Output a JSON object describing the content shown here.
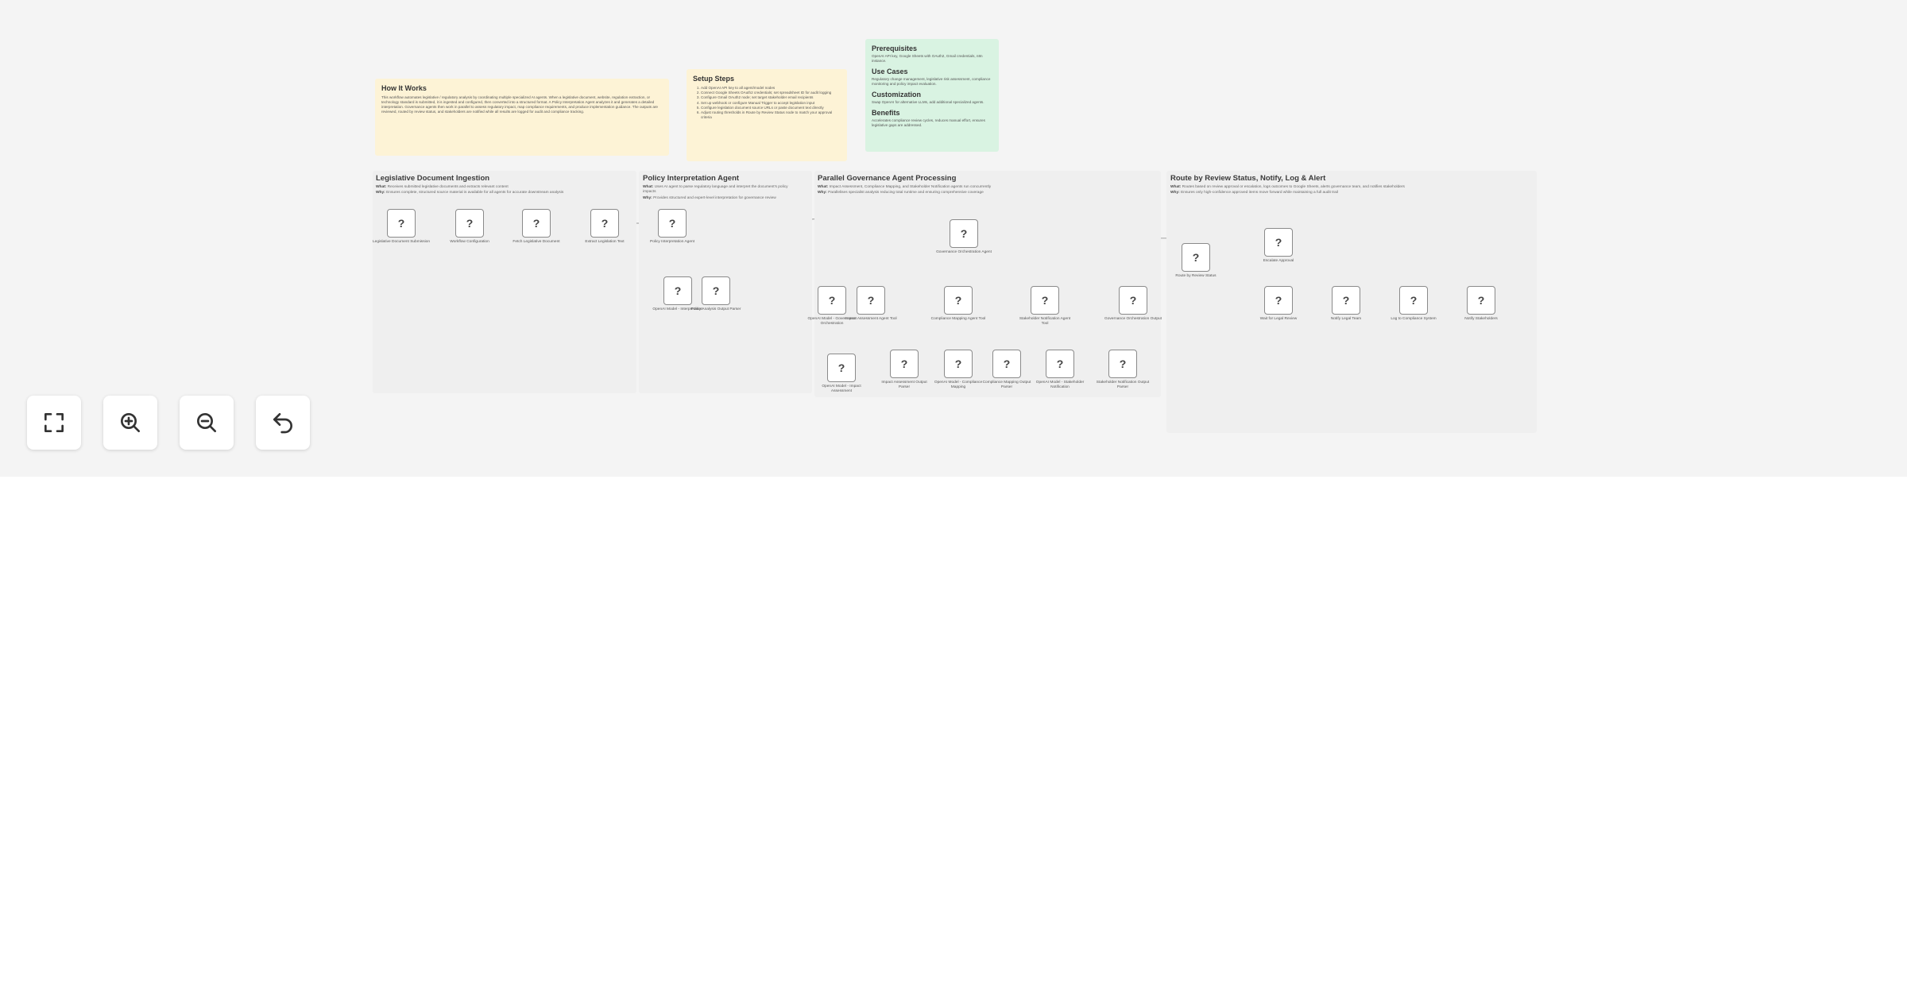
{
  "stickies": {
    "how": {
      "title": "How It Works",
      "body": "This workflow automates legislative / regulatory analysis by coordinating multiple specialized AI agents. When a legislative document, website, regulation extraction, or technology standard is submitted, it is ingested and configured, then converted into a structured format. A Policy Interpretation Agent analyzes it and generates a detailed interpretation. Governance agents then work in parallel to assess regulatory impact, map compliance requirements, and produce implementation guidance. The outputs are reviewed, routed by review status, and stakeholders are notified while all results are logged for audit and compliance tracking."
    },
    "setup": {
      "title": "Setup Steps",
      "steps": [
        "Add OpenAI API key to all agent/model nodes",
        "Connect Google Sheets OAuth2 credentials; set spreadsheet ID for audit logging",
        "Configure Gmail OAuth2 node; set target stakeholder email recipients",
        "Set up webhook or configure Manual Trigger to accept legislation input",
        "Configure legislation document source URLs or paste document text directly",
        "Adjust routing thresholds in Route by Review Status node to match your approval criteria"
      ]
    },
    "prereq": {
      "sections": [
        {
          "title": "Prerequisites",
          "text": "OpenAI API key, Google Sheets with OAuth2, Gmail credentials, n8n instance."
        },
        {
          "title": "Use Cases",
          "text": "Regulatory change management, legislative risk assessment, compliance monitoring and policy impact evaluation."
        },
        {
          "title": "Customization",
          "text": "Swap OpenAI for alternative LLMs, add additional specialized agents."
        },
        {
          "title": "Benefits",
          "text": "Accelerates compliance review cycles, reduces manual effort, ensures legislative gaps are addressed."
        }
      ]
    }
  },
  "groups": [
    {
      "title": "Legislative Document Ingestion",
      "what": "Receives submitted legislative documents and extracts relevant content",
      "why": "Ensures complete, structured source material is available for all agents for accurate downstream analysis"
    },
    {
      "title": "Policy Interpretation Agent",
      "what": "Uses AI agent to parse regulatory language and interpret the document's policy impacts",
      "why": "Provides structured and expert-level interpretation for governance review"
    },
    {
      "title": "Parallel Governance Agent Processing",
      "what": "Impact Assessment, Compliance Mapping, and Stakeholder Notification agents run concurrently",
      "why": "Parallelises specialist analysis reducing total runtime and ensuring comprehensive coverage"
    },
    {
      "title": "Route by Review Status, Notify, Log & Alert",
      "what": "Routes based on review approval or escalation, logs outcomes to Google Sheets, alerts governance team, and notifies stakeholders",
      "why": "Ensures only high-confidence approved items move forward while maintaining a full audit trail"
    }
  ],
  "nodes": {
    "n1": "Legislative Document Submission",
    "n2": "Workflow Configuration",
    "n3": "Fetch Legislative Document",
    "n4": "Extract Legislation Text",
    "n5": "Policy Interpretation Agent",
    "n6": "OpenAI Model - Interpretation",
    "n7": "Policy Analysis Output Parser",
    "n8": "Governance Orchestration Agent",
    "n9": "OpenAI Model - Governance Orchestration",
    "n10": "Impact Assessment Agent Tool",
    "n11": "Compliance Mapping Agent Tool",
    "n12": "Stakeholder Notification Agent Tool",
    "n13": "Governance Orchestration Output",
    "n14": "OpenAI Model - Impact Assessment",
    "n15": "Impact Assessment Output Parser",
    "n16": "OpenAI Model - Compliance Mapping",
    "n17": "Compliance Mapping Output Parser",
    "n18": "OpenAI Model - Stakeholder Notification",
    "n19": "Stakeholder Notification Output Parser",
    "n20": "Route by Review Status",
    "n21": "Escalate Approval",
    "n22": "Wait for Legal Review",
    "n23": "Notify Legal Team",
    "n24": "Log to Compliance System",
    "n25": "Notify Stakeholders"
  },
  "node_glyph": "?",
  "controls": [
    {
      "name": "fit-view-button",
      "icon": "fit-view-icon"
    },
    {
      "name": "zoom-in-button",
      "icon": "zoom-in-icon"
    },
    {
      "name": "zoom-out-button",
      "icon": "zoom-out-icon"
    },
    {
      "name": "undo-button",
      "icon": "undo-icon"
    }
  ]
}
